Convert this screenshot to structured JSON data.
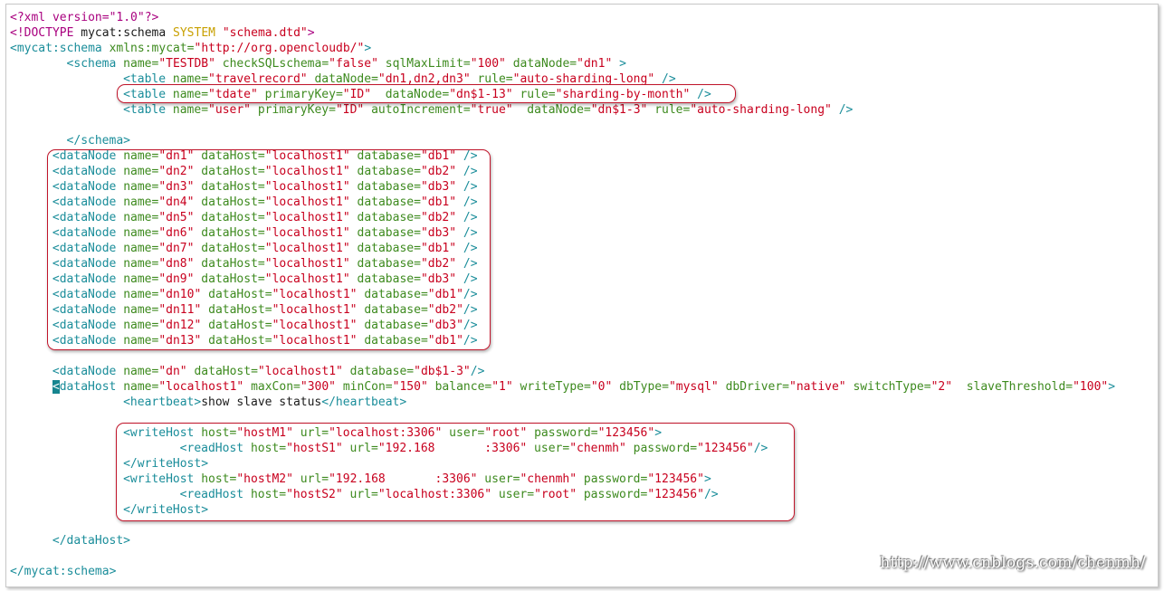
{
  "lines": [
    {
      "indent": 0,
      "tokens": [
        {
          "c": "pi",
          "t": "<?xml version=\"1.0\"?>"
        }
      ]
    },
    {
      "indent": 0,
      "tokens": [
        {
          "c": "pi",
          "t": "<!DOCTYPE "
        },
        {
          "c": "txt",
          "t": "mycat:schema "
        },
        {
          "c": "kw",
          "t": "SYSTEM "
        },
        {
          "c": "val",
          "t": "\"schema.dtd\""
        },
        {
          "c": "pi",
          "t": ">"
        }
      ]
    },
    {
      "indent": 0,
      "tokens": [
        {
          "c": "tag",
          "t": "<mycat:schema "
        },
        {
          "c": "attr",
          "t": "xmlns:mycat="
        },
        {
          "c": "val",
          "t": "\"http://org.opencloudb/\""
        },
        {
          "c": "tag",
          "t": ">"
        }
      ]
    },
    {
      "indent": 8,
      "tokens": [
        {
          "c": "tag",
          "t": "<schema "
        },
        {
          "c": "attr",
          "t": "name="
        },
        {
          "c": "val",
          "t": "\"TESTDB\" "
        },
        {
          "c": "attr",
          "t": "checkSQLschema="
        },
        {
          "c": "val",
          "t": "\"false\" "
        },
        {
          "c": "attr",
          "t": "sqlMaxLimit="
        },
        {
          "c": "val",
          "t": "\"100\" "
        },
        {
          "c": "attr",
          "t": "dataNode="
        },
        {
          "c": "val",
          "t": "\"dn1\" "
        },
        {
          "c": "tag",
          "t": ">"
        }
      ]
    },
    {
      "indent": 16,
      "tokens": [
        {
          "c": "tag",
          "t": "<table "
        },
        {
          "c": "attr",
          "t": "name="
        },
        {
          "c": "val",
          "t": "\"travelrecord\" "
        },
        {
          "c": "attr",
          "t": "dataNode="
        },
        {
          "c": "val",
          "t": "\"dn1,dn2,dn3\" "
        },
        {
          "c": "attr",
          "t": "rule="
        },
        {
          "c": "val",
          "t": "\"auto-sharding-long\" "
        },
        {
          "c": "tag",
          "t": "/>"
        }
      ]
    },
    {
      "indent": 16,
      "tokens": [
        {
          "c": "tag",
          "t": "<table "
        },
        {
          "c": "attr",
          "t": "name="
        },
        {
          "c": "val",
          "t": "\"tdate\" "
        },
        {
          "c": "attr",
          "t": "primaryKey="
        },
        {
          "c": "val",
          "t": "\"ID\"  "
        },
        {
          "c": "attr",
          "t": "dataNode="
        },
        {
          "c": "val",
          "t": "\"dn$1-13\" "
        },
        {
          "c": "attr",
          "t": "rule="
        },
        {
          "c": "val",
          "t": "\"sharding-by-month\" "
        },
        {
          "c": "tag",
          "t": "/>"
        }
      ]
    },
    {
      "indent": 16,
      "tokens": [
        {
          "c": "tag",
          "t": "<table "
        },
        {
          "c": "attr",
          "t": "name="
        },
        {
          "c": "val",
          "t": "\"user\" "
        },
        {
          "c": "attr",
          "t": "primaryKey="
        },
        {
          "c": "val",
          "t": "\"ID\" "
        },
        {
          "c": "attr",
          "t": "autoIncrement="
        },
        {
          "c": "val",
          "t": "\"true\"  "
        },
        {
          "c": "attr",
          "t": "dataNode="
        },
        {
          "c": "val",
          "t": "\"dn$1-3\" "
        },
        {
          "c": "attr",
          "t": "rule="
        },
        {
          "c": "val",
          "t": "\"auto-sharding-long\" "
        },
        {
          "c": "tag",
          "t": "/>"
        }
      ]
    },
    {
      "indent": 0,
      "tokens": []
    },
    {
      "indent": 8,
      "tokens": [
        {
          "c": "tag",
          "t": "</schema>"
        }
      ]
    },
    {
      "indent": 6,
      "tokens": [
        {
          "c": "tag",
          "t": "<dataNode "
        },
        {
          "c": "attr",
          "t": "name="
        },
        {
          "c": "val",
          "t": "\"dn1\" "
        },
        {
          "c": "attr",
          "t": "dataHost="
        },
        {
          "c": "val",
          "t": "\"localhost1\" "
        },
        {
          "c": "attr",
          "t": "database="
        },
        {
          "c": "val",
          "t": "\"db1\" "
        },
        {
          "c": "tag",
          "t": "/>"
        }
      ]
    },
    {
      "indent": 6,
      "tokens": [
        {
          "c": "tag",
          "t": "<dataNode "
        },
        {
          "c": "attr",
          "t": "name="
        },
        {
          "c": "val",
          "t": "\"dn2\" "
        },
        {
          "c": "attr",
          "t": "dataHost="
        },
        {
          "c": "val",
          "t": "\"localhost1\" "
        },
        {
          "c": "attr",
          "t": "database="
        },
        {
          "c": "val",
          "t": "\"db2\" "
        },
        {
          "c": "tag",
          "t": "/>"
        }
      ]
    },
    {
      "indent": 6,
      "tokens": [
        {
          "c": "tag",
          "t": "<dataNode "
        },
        {
          "c": "attr",
          "t": "name="
        },
        {
          "c": "val",
          "t": "\"dn3\" "
        },
        {
          "c": "attr",
          "t": "dataHost="
        },
        {
          "c": "val",
          "t": "\"localhost1\" "
        },
        {
          "c": "attr",
          "t": "database="
        },
        {
          "c": "val",
          "t": "\"db3\" "
        },
        {
          "c": "tag",
          "t": "/>"
        }
      ]
    },
    {
      "indent": 6,
      "tokens": [
        {
          "c": "tag",
          "t": "<dataNode "
        },
        {
          "c": "attr",
          "t": "name="
        },
        {
          "c": "val",
          "t": "\"dn4\" "
        },
        {
          "c": "attr",
          "t": "dataHost="
        },
        {
          "c": "val",
          "t": "\"localhost1\" "
        },
        {
          "c": "attr",
          "t": "database="
        },
        {
          "c": "val",
          "t": "\"db1\" "
        },
        {
          "c": "tag",
          "t": "/>"
        }
      ]
    },
    {
      "indent": 6,
      "tokens": [
        {
          "c": "tag",
          "t": "<dataNode "
        },
        {
          "c": "attr",
          "t": "name="
        },
        {
          "c": "val",
          "t": "\"dn5\" "
        },
        {
          "c": "attr",
          "t": "dataHost="
        },
        {
          "c": "val",
          "t": "\"localhost1\" "
        },
        {
          "c": "attr",
          "t": "database="
        },
        {
          "c": "val",
          "t": "\"db2\" "
        },
        {
          "c": "tag",
          "t": "/>"
        }
      ]
    },
    {
      "indent": 6,
      "tokens": [
        {
          "c": "tag",
          "t": "<dataNode "
        },
        {
          "c": "attr",
          "t": "name="
        },
        {
          "c": "val",
          "t": "\"dn6\" "
        },
        {
          "c": "attr",
          "t": "dataHost="
        },
        {
          "c": "val",
          "t": "\"localhost1\" "
        },
        {
          "c": "attr",
          "t": "database="
        },
        {
          "c": "val",
          "t": "\"db3\" "
        },
        {
          "c": "tag",
          "t": "/>"
        }
      ]
    },
    {
      "indent": 6,
      "tokens": [
        {
          "c": "tag",
          "t": "<dataNode "
        },
        {
          "c": "attr",
          "t": "name="
        },
        {
          "c": "val",
          "t": "\"dn7\" "
        },
        {
          "c": "attr",
          "t": "dataHost="
        },
        {
          "c": "val",
          "t": "\"localhost1\" "
        },
        {
          "c": "attr",
          "t": "database="
        },
        {
          "c": "val",
          "t": "\"db1\" "
        },
        {
          "c": "tag",
          "t": "/>"
        }
      ]
    },
    {
      "indent": 6,
      "tokens": [
        {
          "c": "tag",
          "t": "<dataNode "
        },
        {
          "c": "attr",
          "t": "name="
        },
        {
          "c": "val",
          "t": "\"dn8\" "
        },
        {
          "c": "attr",
          "t": "dataHost="
        },
        {
          "c": "val",
          "t": "\"localhost1\" "
        },
        {
          "c": "attr",
          "t": "database="
        },
        {
          "c": "val",
          "t": "\"db2\" "
        },
        {
          "c": "tag",
          "t": "/>"
        }
      ]
    },
    {
      "indent": 6,
      "tokens": [
        {
          "c": "tag",
          "t": "<dataNode "
        },
        {
          "c": "attr",
          "t": "name="
        },
        {
          "c": "val",
          "t": "\"dn9\" "
        },
        {
          "c": "attr",
          "t": "dataHost="
        },
        {
          "c": "val",
          "t": "\"localhost1\" "
        },
        {
          "c": "attr",
          "t": "database="
        },
        {
          "c": "val",
          "t": "\"db3\" "
        },
        {
          "c": "tag",
          "t": "/>"
        }
      ]
    },
    {
      "indent": 6,
      "tokens": [
        {
          "c": "tag",
          "t": "<dataNode "
        },
        {
          "c": "attr",
          "t": "name="
        },
        {
          "c": "val",
          "t": "\"dn10\" "
        },
        {
          "c": "attr",
          "t": "dataHost="
        },
        {
          "c": "val",
          "t": "\"localhost1\" "
        },
        {
          "c": "attr",
          "t": "database="
        },
        {
          "c": "val",
          "t": "\"db1\""
        },
        {
          "c": "tag",
          "t": "/>"
        }
      ]
    },
    {
      "indent": 6,
      "tokens": [
        {
          "c": "tag",
          "t": "<dataNode "
        },
        {
          "c": "attr",
          "t": "name="
        },
        {
          "c": "val",
          "t": "\"dn11\" "
        },
        {
          "c": "attr",
          "t": "dataHost="
        },
        {
          "c": "val",
          "t": "\"localhost1\" "
        },
        {
          "c": "attr",
          "t": "database="
        },
        {
          "c": "val",
          "t": "\"db2\""
        },
        {
          "c": "tag",
          "t": "/>"
        }
      ]
    },
    {
      "indent": 6,
      "tokens": [
        {
          "c": "tag",
          "t": "<dataNode "
        },
        {
          "c": "attr",
          "t": "name="
        },
        {
          "c": "val",
          "t": "\"dn12\" "
        },
        {
          "c": "attr",
          "t": "dataHost="
        },
        {
          "c": "val",
          "t": "\"localhost1\" "
        },
        {
          "c": "attr",
          "t": "database="
        },
        {
          "c": "val",
          "t": "\"db3\""
        },
        {
          "c": "tag",
          "t": "/>"
        }
      ]
    },
    {
      "indent": 6,
      "tokens": [
        {
          "c": "tag",
          "t": "<dataNode "
        },
        {
          "c": "attr",
          "t": "name="
        },
        {
          "c": "val",
          "t": "\"dn13\" "
        },
        {
          "c": "attr",
          "t": "dataHost="
        },
        {
          "c": "val",
          "t": "\"localhost1\" "
        },
        {
          "c": "attr",
          "t": "database="
        },
        {
          "c": "val",
          "t": "\"db1\""
        },
        {
          "c": "tag",
          "t": "/>"
        }
      ]
    },
    {
      "indent": 0,
      "tokens": []
    },
    {
      "indent": 6,
      "tokens": [
        {
          "c": "tag",
          "t": "<dataNode "
        },
        {
          "c": "attr",
          "t": "name="
        },
        {
          "c": "val",
          "t": "\"dn\" "
        },
        {
          "c": "attr",
          "t": "dataHost="
        },
        {
          "c": "val",
          "t": "\"localhost1\" "
        },
        {
          "c": "attr",
          "t": "database="
        },
        {
          "c": "val",
          "t": "\"db$1-3\""
        },
        {
          "c": "tag",
          "t": "/>"
        }
      ]
    },
    {
      "indent": 6,
      "tokens": [
        {
          "c": "cursor",
          "t": "<"
        },
        {
          "c": "tag",
          "t": "dataHost "
        },
        {
          "c": "attr",
          "t": "name="
        },
        {
          "c": "val",
          "t": "\"localhost1\" "
        },
        {
          "c": "attr",
          "t": "maxCon="
        },
        {
          "c": "val",
          "t": "\"300\" "
        },
        {
          "c": "attr",
          "t": "minCon="
        },
        {
          "c": "val",
          "t": "\"150\" "
        },
        {
          "c": "attr",
          "t": "balance="
        },
        {
          "c": "val",
          "t": "\"1\" "
        },
        {
          "c": "attr",
          "t": "writeType="
        },
        {
          "c": "val",
          "t": "\"0\" "
        },
        {
          "c": "attr",
          "t": "dbType="
        },
        {
          "c": "val",
          "t": "\"mysql\" "
        },
        {
          "c": "attr",
          "t": "dbDriver="
        },
        {
          "c": "val",
          "t": "\"native\" "
        },
        {
          "c": "attr",
          "t": "switchType="
        },
        {
          "c": "val",
          "t": "\"2\"  "
        },
        {
          "c": "attr",
          "t": "slaveThreshold="
        },
        {
          "c": "val",
          "t": "\"100\""
        },
        {
          "c": "tag",
          "t": ">"
        }
      ]
    },
    {
      "indent": 16,
      "tokens": [
        {
          "c": "tag",
          "t": "<heartbeat>"
        },
        {
          "c": "txt",
          "t": "show slave status"
        },
        {
          "c": "tag",
          "t": "</heartbeat>"
        }
      ]
    },
    {
      "indent": 0,
      "tokens": []
    },
    {
      "indent": 16,
      "tokens": [
        {
          "c": "tag",
          "t": "<writeHost "
        },
        {
          "c": "attr",
          "t": "host="
        },
        {
          "c": "val",
          "t": "\"hostM1\" "
        },
        {
          "c": "attr",
          "t": "url="
        },
        {
          "c": "val",
          "t": "\"localhost:3306\" "
        },
        {
          "c": "attr",
          "t": "user="
        },
        {
          "c": "val",
          "t": "\"root\" "
        },
        {
          "c": "attr",
          "t": "password="
        },
        {
          "c": "val",
          "t": "\"123456\""
        },
        {
          "c": "tag",
          "t": ">"
        }
      ]
    },
    {
      "indent": 24,
      "tokens": [
        {
          "c": "tag",
          "t": "<readHost "
        },
        {
          "c": "attr",
          "t": "host="
        },
        {
          "c": "val",
          "t": "\"hostS1\" "
        },
        {
          "c": "attr",
          "t": "url="
        },
        {
          "c": "val",
          "t": "\"192.168       :3306\" "
        },
        {
          "c": "attr",
          "t": "user="
        },
        {
          "c": "val",
          "t": "\"chenmh\" "
        },
        {
          "c": "attr",
          "t": "password="
        },
        {
          "c": "val",
          "t": "\"123456\""
        },
        {
          "c": "tag",
          "t": "/>"
        }
      ]
    },
    {
      "indent": 16,
      "tokens": [
        {
          "c": "tag",
          "t": "</writeHost>"
        }
      ]
    },
    {
      "indent": 16,
      "tokens": [
        {
          "c": "tag",
          "t": "<writeHost "
        },
        {
          "c": "attr",
          "t": "host="
        },
        {
          "c": "val",
          "t": "\"hostM2\" "
        },
        {
          "c": "attr",
          "t": "url="
        },
        {
          "c": "val",
          "t": "\"192.168       :3306\" "
        },
        {
          "c": "attr",
          "t": "user="
        },
        {
          "c": "val",
          "t": "\"chenmh\" "
        },
        {
          "c": "attr",
          "t": "password="
        },
        {
          "c": "val",
          "t": "\"123456\""
        },
        {
          "c": "tag",
          "t": ">"
        }
      ]
    },
    {
      "indent": 24,
      "tokens": [
        {
          "c": "tag",
          "t": "<readHost "
        },
        {
          "c": "attr",
          "t": "host="
        },
        {
          "c": "val",
          "t": "\"hostS2\" "
        },
        {
          "c": "attr",
          "t": "url="
        },
        {
          "c": "val",
          "t": "\"localhost:3306\" "
        },
        {
          "c": "attr",
          "t": "user="
        },
        {
          "c": "val",
          "t": "\"root\" "
        },
        {
          "c": "attr",
          "t": "password="
        },
        {
          "c": "val",
          "t": "\"123456\""
        },
        {
          "c": "tag",
          "t": "/>"
        }
      ]
    },
    {
      "indent": 16,
      "tokens": [
        {
          "c": "tag",
          "t": "</writeHost>"
        }
      ]
    },
    {
      "indent": 0,
      "tokens": []
    },
    {
      "indent": 6,
      "tokens": [
        {
          "c": "tag",
          "t": "</dataHost>"
        }
      ]
    },
    {
      "indent": 0,
      "tokens": []
    },
    {
      "indent": 0,
      "tokens": [
        {
          "c": "tag",
          "t": "</mycat:schema>"
        }
      ]
    }
  ],
  "watermark": "http://www.cnblogs.com/chenmh/",
  "colors": {
    "tag": "#1a8d9a",
    "attribute": "#3d8a1e",
    "value": "#c8001e",
    "highlight": "#c0142a"
  }
}
